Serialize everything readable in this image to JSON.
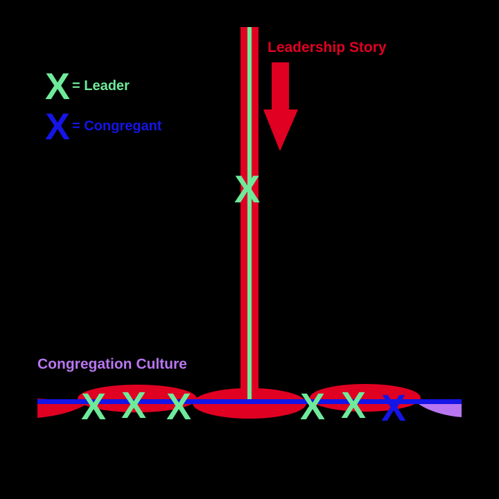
{
  "colors": {
    "background": "#000000",
    "story_red": "#e00022",
    "leader_green": "#6fea9a",
    "congregant_blue": "#1515e6",
    "culture_purple": "#b877f0"
  },
  "title": {
    "story_label": "Leadership Story",
    "culture_label": "Congregation Culture"
  },
  "legend": {
    "leader": {
      "mark": "X",
      "text": "= Leader"
    },
    "congregant": {
      "mark": "X",
      "text": "= Congregant"
    }
  },
  "diagram": {
    "leader_mark": "X",
    "congregant_mark": "X",
    "arrow_direction": "down",
    "culture_marks": [
      "leader",
      "leader",
      "leader",
      "leader",
      "leader",
      "congregant"
    ]
  }
}
